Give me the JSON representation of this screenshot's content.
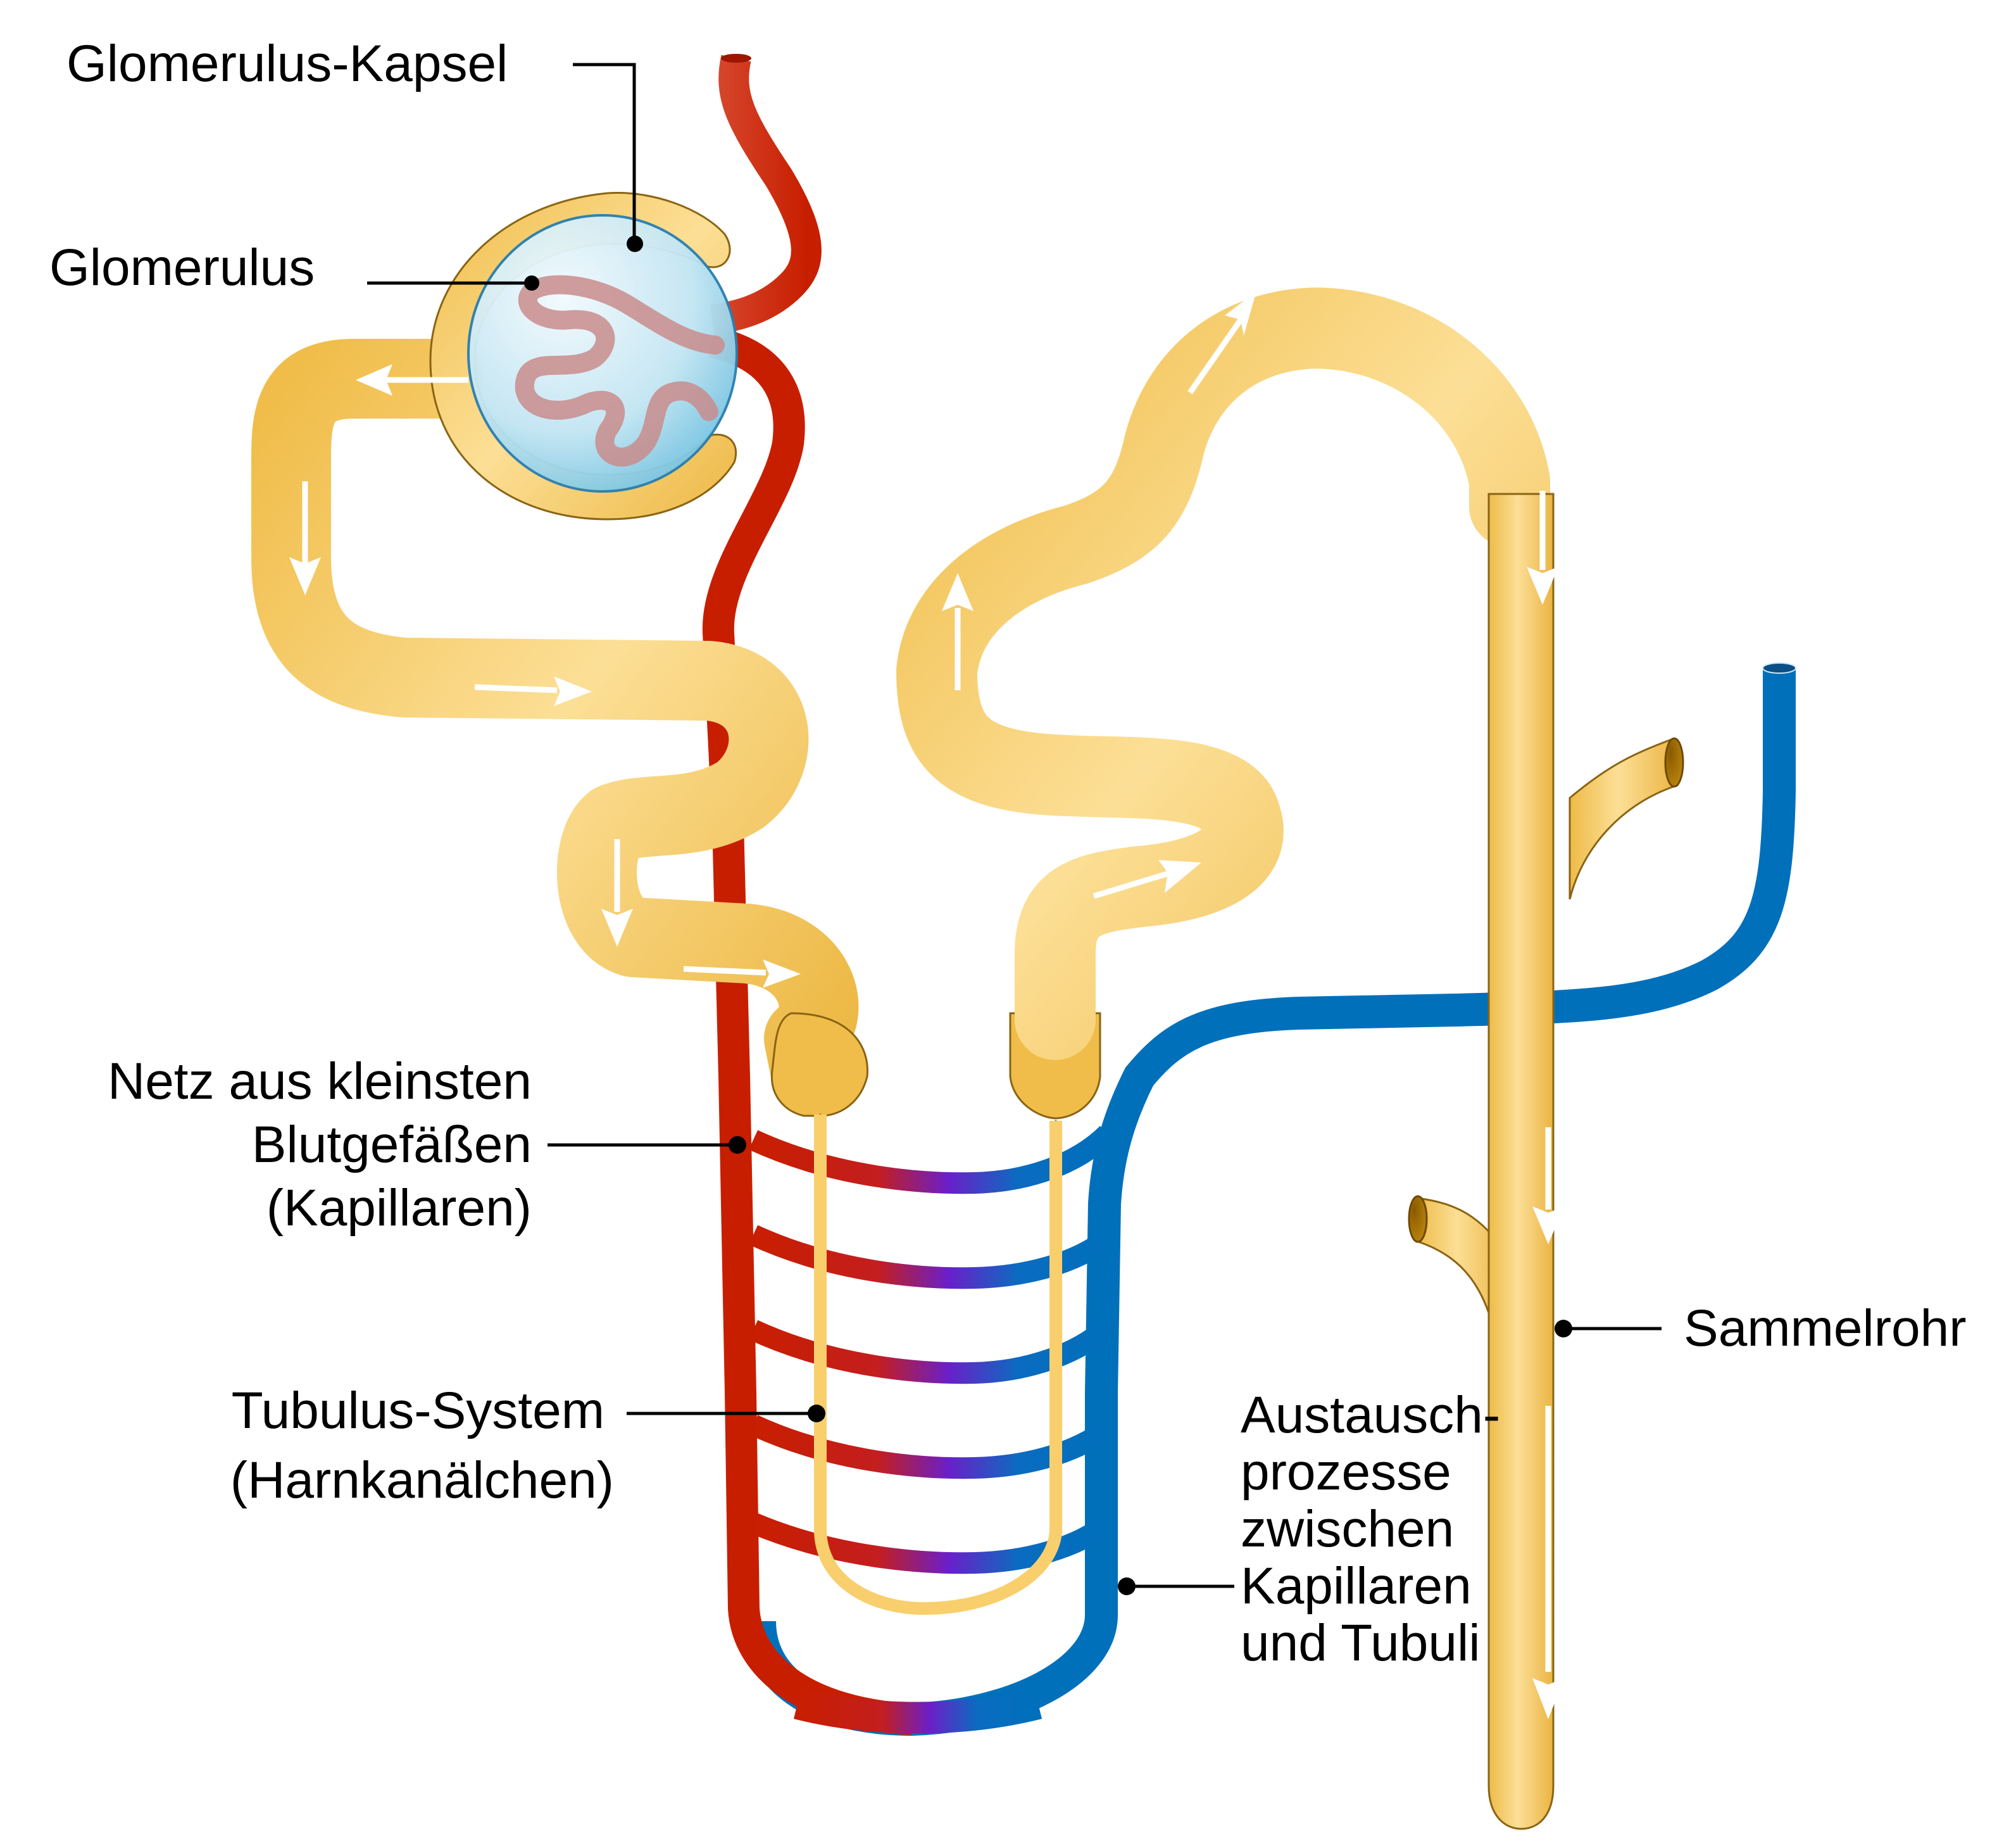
{
  "diagram": {
    "title": "Nephron",
    "colors": {
      "tubule": "#F0BD4A",
      "tubule_light": "#FCE09A",
      "tubule_edge": "#8A6414",
      "artery": "#C81E00",
      "artery_light": "#D6492F",
      "vein": "#0070BB",
      "mixed": "#6A1FC8",
      "glomerulus_sphere": "#BFE3F2",
      "glomerulus_capillary": "#C98C8C"
    },
    "labels": {
      "capsule": "Glomerulus-Kapsel",
      "glomerulus": "Glomerulus",
      "capillaries": [
        "Netz aus kleinsten",
        "Blutgefäßen",
        "(Kapillaren)"
      ],
      "tubule_system": [
        "Tubulus-System",
        "(Harnkanälchen)"
      ],
      "collecting_duct": "Sammelrohr",
      "exchange": [
        "Austausch-",
        "prozesse",
        "zwischen",
        "Kapillaren",
        "und Tubuli"
      ]
    },
    "flow_arrows": [
      {
        "location": "capsule-exit",
        "direction": "left"
      },
      {
        "location": "proximal-tubule-down",
        "direction": "down"
      },
      {
        "location": "proximal-tubule-right",
        "direction": "right"
      },
      {
        "location": "proximal-loop-down",
        "direction": "down"
      },
      {
        "location": "proximal-loop-right",
        "direction": "right"
      },
      {
        "location": "distal-tubule-up-right",
        "direction": "up-right"
      },
      {
        "location": "distal-tubule-up",
        "direction": "up"
      },
      {
        "location": "distal-tubule-upper-right",
        "direction": "up-right"
      },
      {
        "location": "collecting-duct-upper",
        "direction": "down"
      },
      {
        "location": "collecting-duct-middle",
        "direction": "down"
      },
      {
        "location": "collecting-duct-lower",
        "direction": "down"
      }
    ]
  }
}
